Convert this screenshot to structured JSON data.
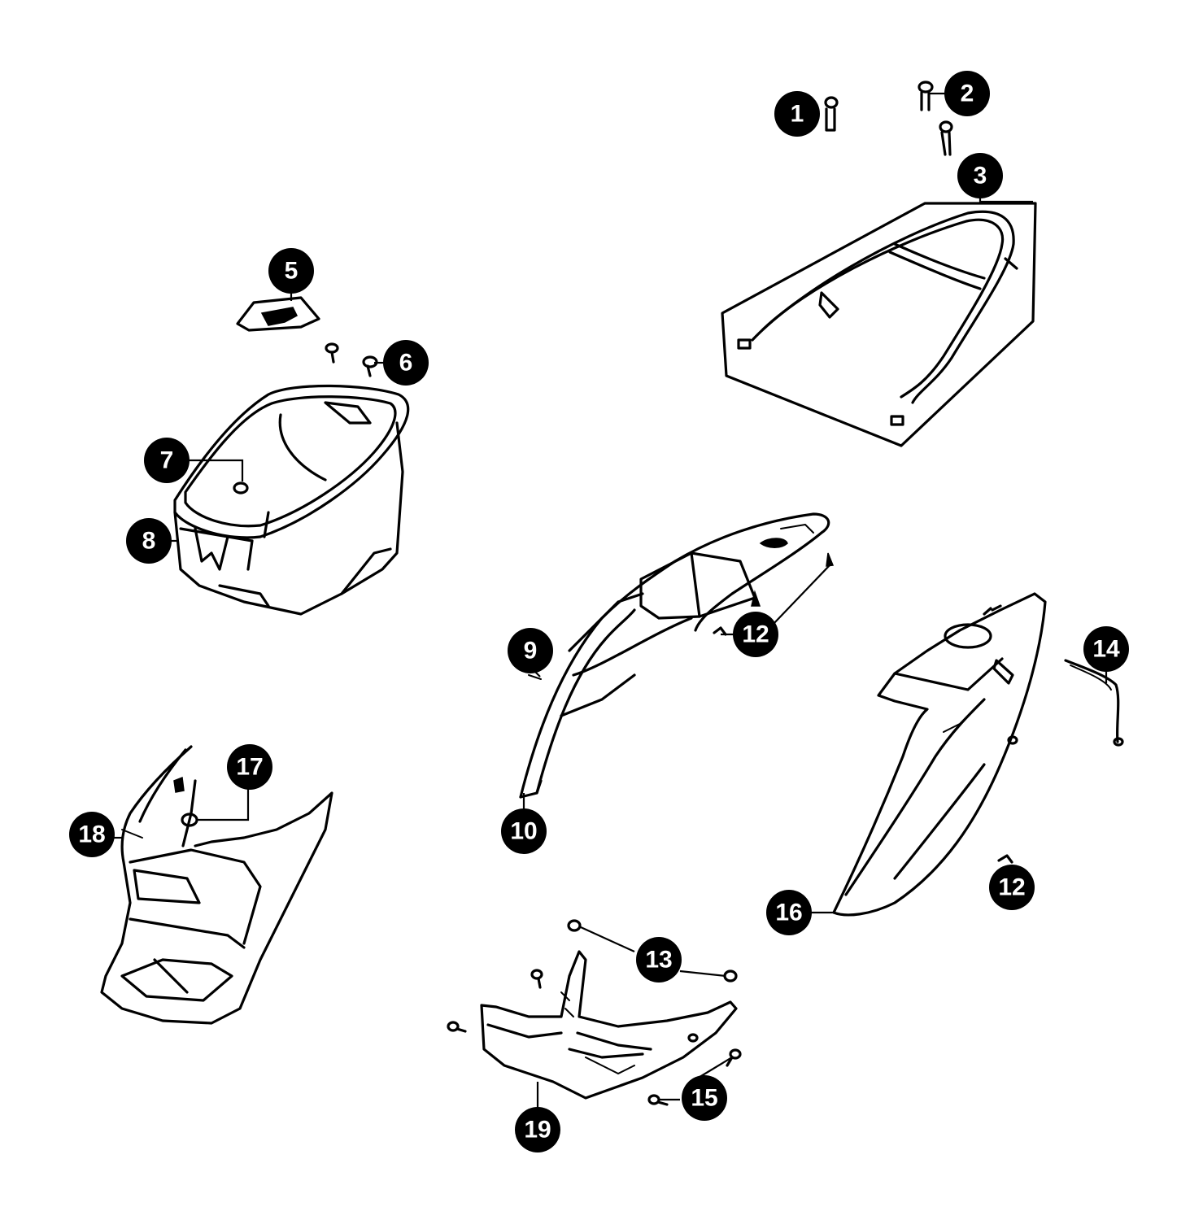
{
  "diagram": {
    "callouts": [
      {
        "id": "c1",
        "label": "1"
      },
      {
        "id": "c2",
        "label": "2"
      },
      {
        "id": "c3",
        "label": "3"
      },
      {
        "id": "c5",
        "label": "5"
      },
      {
        "id": "c6",
        "label": "6"
      },
      {
        "id": "c7",
        "label": "7"
      },
      {
        "id": "c8",
        "label": "8"
      },
      {
        "id": "c9",
        "label": "9"
      },
      {
        "id": "c10",
        "label": "10"
      },
      {
        "id": "c12a",
        "label": "12"
      },
      {
        "id": "c12b",
        "label": "12"
      },
      {
        "id": "c13",
        "label": "13"
      },
      {
        "id": "c14",
        "label": "14"
      },
      {
        "id": "c15",
        "label": "15"
      },
      {
        "id": "c16",
        "label": "16"
      },
      {
        "id": "c17",
        "label": "17"
      },
      {
        "id": "c18",
        "label": "18"
      },
      {
        "id": "c19",
        "label": "19"
      }
    ]
  }
}
